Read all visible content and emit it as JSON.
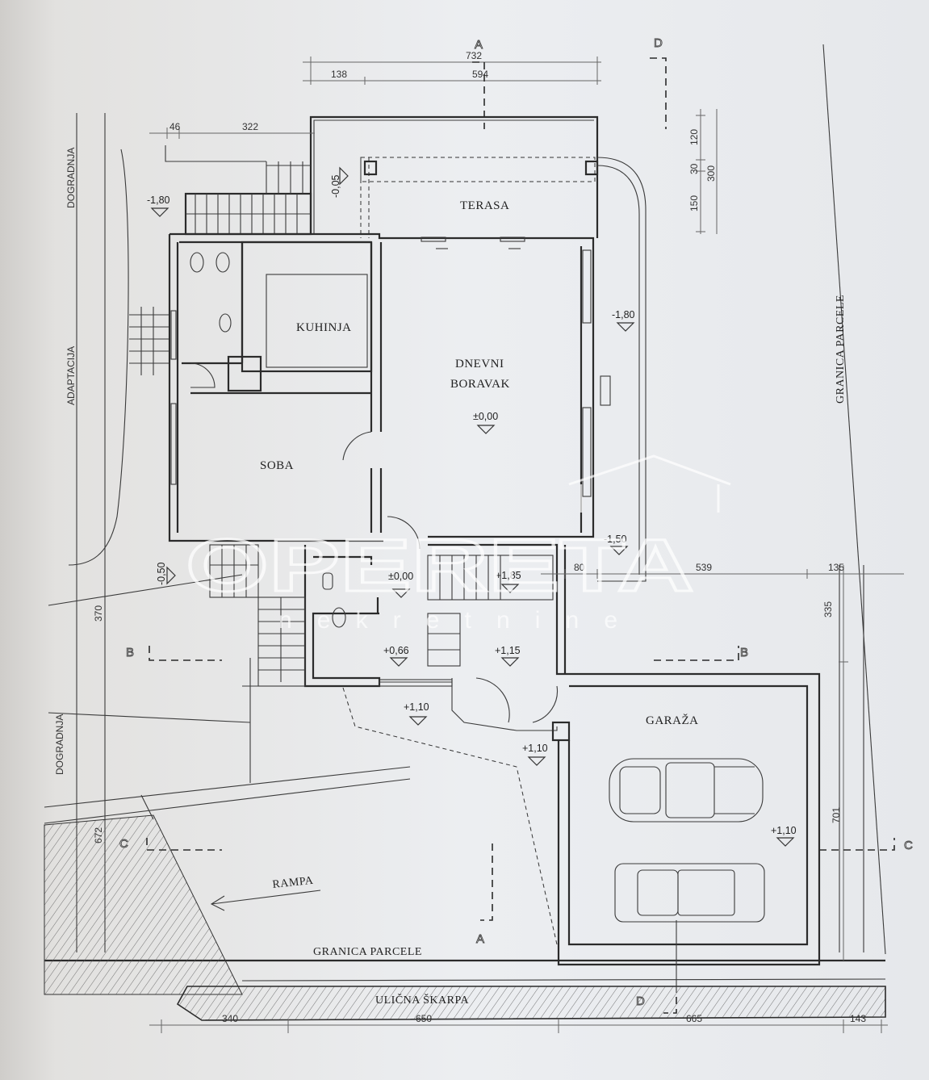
{
  "rooms": {
    "terrace": "TERASA",
    "kitchen": "KUHINJA",
    "living_1": "DNEVNI",
    "living_2": "BORAVAK",
    "room": "SOBA",
    "garage": "GARAŽA"
  },
  "labels": {
    "ramp": "RAMPA",
    "boundary_bottom": "GRANICA PARCELE",
    "boundary_right": "GRANICA PARCELE",
    "street_slope": "ULIČNA ŠKARPA",
    "extension_top": "DOGRADNJA",
    "adaptation": "ADAPTACIJA",
    "extension_bottom": "DOGRADNJA"
  },
  "levels": {
    "stairs_left": "-1,80",
    "terrace": "-0,05",
    "right_side": "-1,80",
    "living": "±0,00",
    "right_lower": "-1,50",
    "left_lower": "-0,50",
    "hall": "±0,00",
    "landing": "+1,85",
    "step": "+0,66",
    "entry": "+1,15",
    "yard": "+1,10",
    "door": "+1,10",
    "garage": "+1,10"
  },
  "dimensions": {
    "top_total": "732",
    "top_left": "138",
    "top_right": "594",
    "left_a": "46",
    "left_b": "322",
    "side_120": "120",
    "side_30": "30",
    "side_150": "150",
    "side_300": "300",
    "mid_80": "80",
    "mid_539": "539",
    "mid_135": "135",
    "right_335": "335",
    "right_701": "701",
    "left_370": "370",
    "left_672": "672",
    "bottom_340": "340",
    "bottom_650": "650",
    "bottom_665": "665",
    "bottom_143": "143"
  },
  "sections": {
    "a_top": "A",
    "a_bottom": "A",
    "b_left": "B",
    "b_right": "B",
    "c_left": "C",
    "c_right": "C",
    "d_top": "D",
    "d_bottom": "D"
  },
  "watermark": {
    "brand": "OPERETA",
    "sub": "nekretnine"
  }
}
